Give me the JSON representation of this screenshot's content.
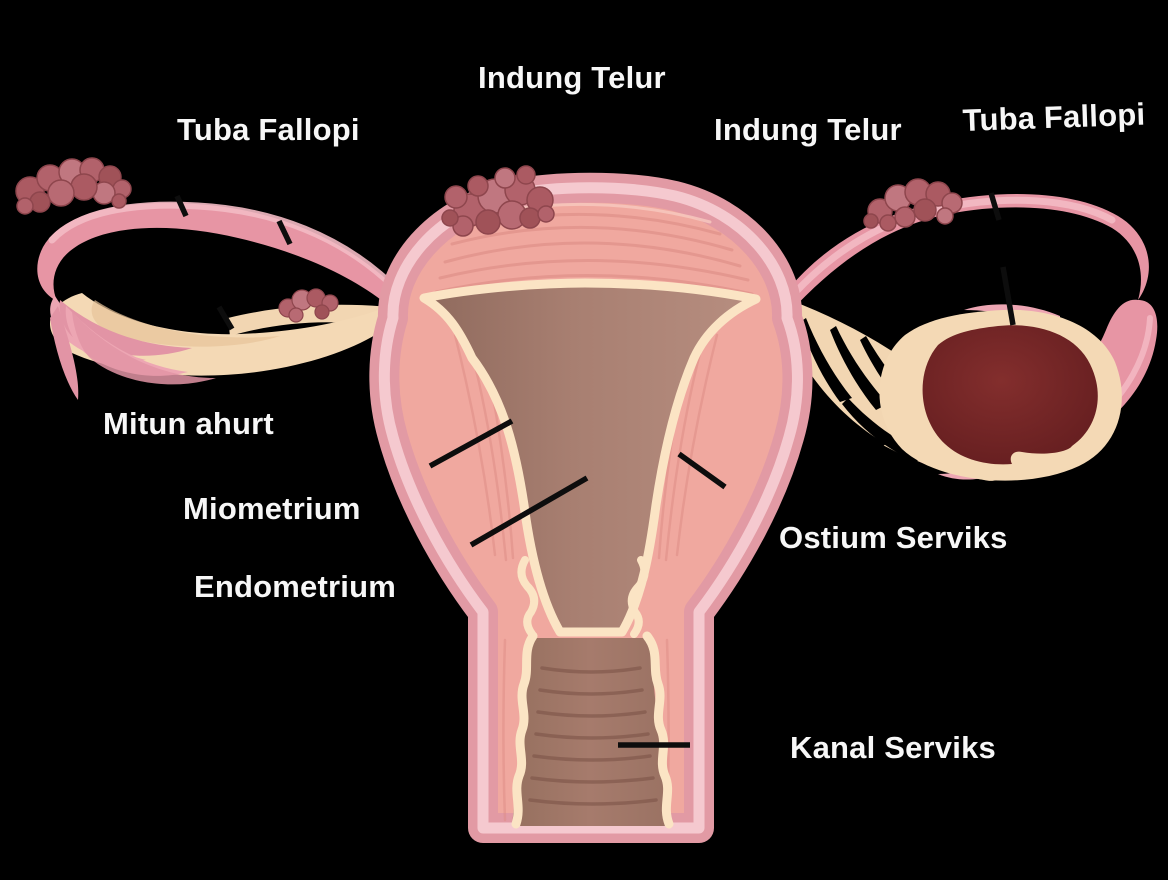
{
  "page": {
    "background_color": "#000000",
    "kind": "anatomical diagram"
  },
  "labels": {
    "indung_telur_top": "Indung Telur",
    "tuba_fallopi_left": "Tuba Fallopi",
    "indung_telur_right": "Indung Telur",
    "tuba_fallopi_right": "Tuba Fallopi",
    "mitun_ahurt": "Mitun ahurt",
    "miometrium": "Miometrium",
    "endometrium": "Endometrium",
    "ostium_serviks": "Ostium Serviks",
    "kanal_serviks": "Kanal Serviks"
  },
  "colors": {
    "background": "#000000",
    "label_text": "#f7f7f7",
    "leader_line": "#0d0d0d",
    "tube_pink": "#e795a4",
    "tube_highlight": "#f3bac4",
    "uterus_outer": "#e29aa4",
    "uterus_rim": "#f5c9cf",
    "myometrium": "#f0a89f",
    "myometrium_streak": "#dd8c85",
    "endometrium_cream": "#fbe4c4",
    "cavity_brown": "#a57b6e",
    "ovary_cream": "#f4d9b5",
    "ovary_dark": "#6b2123",
    "bump_cluster": "#b2626b"
  }
}
